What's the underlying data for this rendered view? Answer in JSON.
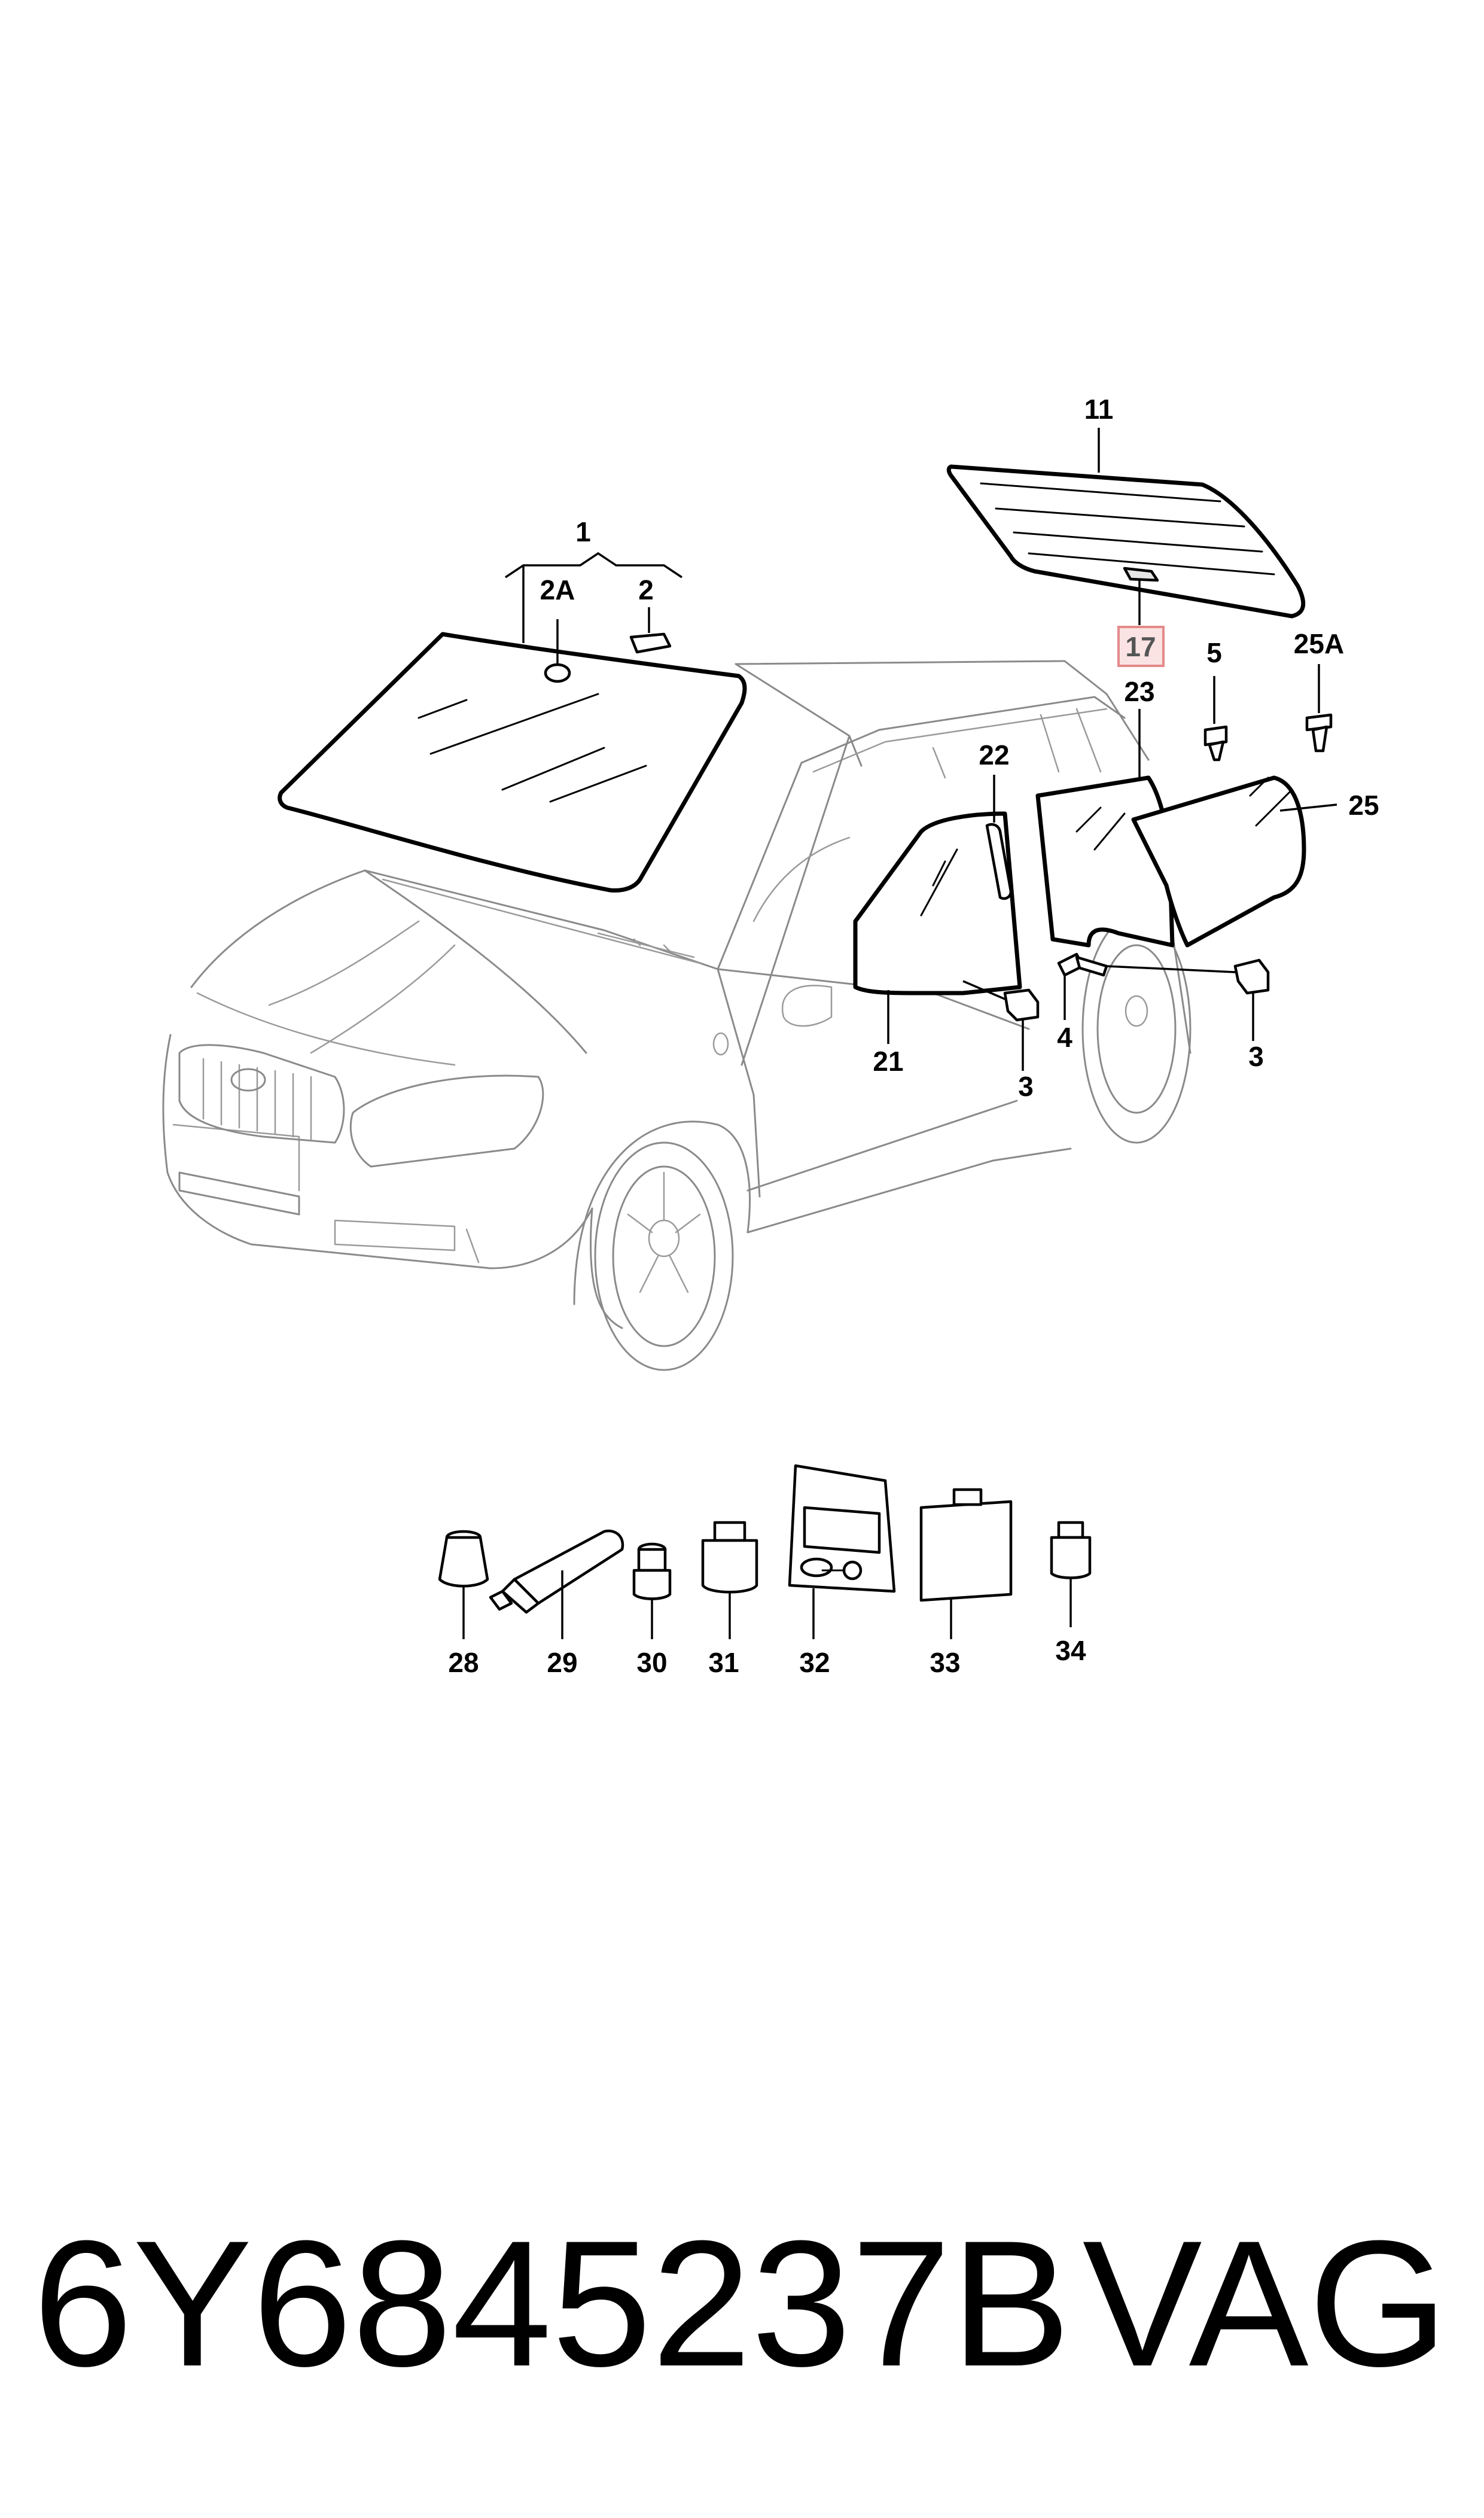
{
  "callouts": {
    "c1": "1",
    "c2A": "2A",
    "c2": "2",
    "c11": "11",
    "c17": "17",
    "c5": "5",
    "c25A": "25A",
    "c23": "23",
    "c22": "22",
    "c25": "25",
    "c21": "21",
    "c3a": "3",
    "c4": "4",
    "c3b": "3",
    "c28": "28",
    "c29": "29",
    "c30": "30",
    "c31": "31",
    "c32": "32",
    "c33": "33",
    "c34": "34"
  },
  "highlight": {
    "part": "17",
    "color": "#e58a8a"
  },
  "footer": {
    "part_number": "6Y6845237B",
    "brand": "VAG"
  }
}
